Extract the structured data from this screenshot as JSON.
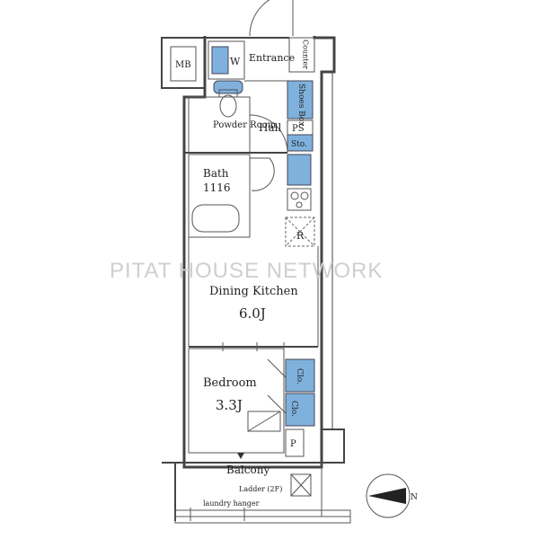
{
  "watermark": "PITAT HOUSE NETWORK",
  "rooms": {
    "mb": "MB",
    "w": "W",
    "entrance": "Entrance",
    "counter": "Counter",
    "shoes_box": "Shoes Box",
    "powder_room": "Powder Room",
    "hall": "Hall",
    "ps": "PS",
    "sto": "Sto.",
    "bath": "Bath",
    "bath_size": "1116",
    "refrigerator": "R",
    "dining_kitchen": "Dining Kitchen",
    "dining_kitchen_size": "6.0J",
    "bedroom": "Bedroom",
    "bedroom_size": "3.3J",
    "clo_1": "Clo.",
    "clo_2": "Clo.",
    "p": "P",
    "balcony": "Balcony",
    "ladder": "Ladder (2F)",
    "laundry_hanger": "laundry hanger"
  },
  "compass": {
    "label": "N"
  },
  "colors": {
    "fixture_blue": "#7fb1dc",
    "wall": "#444444",
    "watermark": "#cfcfcf"
  }
}
